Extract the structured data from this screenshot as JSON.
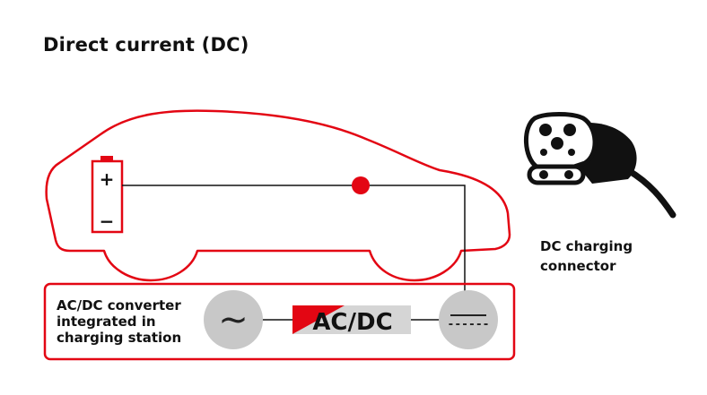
{
  "title": "Direct current (DC)",
  "battery": {
    "plus": "+",
    "minus": "−"
  },
  "station": {
    "label_lines": [
      "AC/DC converter",
      "integrated in",
      "charging station"
    ],
    "converter_text": "AC/DC",
    "ac_symbol": "~",
    "dc_symbol": "------"
  },
  "connector": {
    "label_lines": [
      "DC charging",
      "connector"
    ]
  },
  "colors": {
    "accent": "#e30613",
    "circle_gray": "#c8c8c8",
    "line": "#111111"
  }
}
